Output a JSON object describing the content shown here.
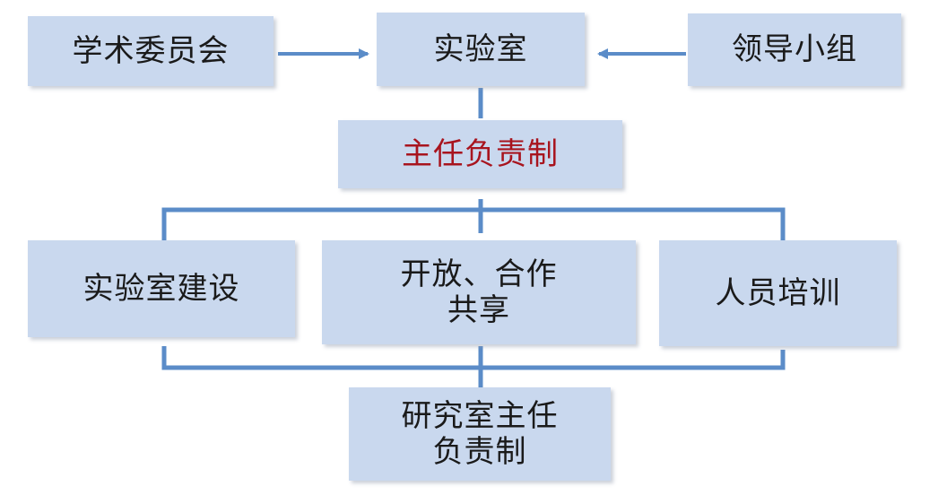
{
  "diagram": {
    "top_row": {
      "left": "学术委员会",
      "center": "实验室",
      "right": "领导小组"
    },
    "management": "主任负责制",
    "branches": {
      "construction": "实验室建设",
      "open_sharing": [
        "开放、合作",
        "共享"
      ],
      "training": "人员培训"
    },
    "bottom": [
      "研究室主任",
      "负责制"
    ]
  },
  "colors": {
    "box_fill": "#c9d8ee",
    "connector": "#5b8cc8",
    "highlight_text": "#a8141e",
    "text": "#1a1a1a"
  }
}
